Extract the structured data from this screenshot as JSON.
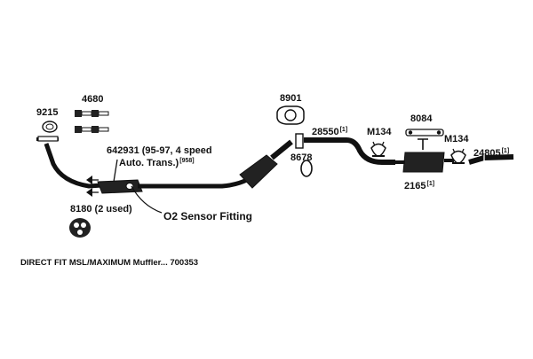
{
  "labels": {
    "p9215": "9215",
    "p4680": "4680",
    "p642931_line1": "642931 (95-97, 4 speed",
    "p642931_line2": "Auto. Trans.)",
    "p642931_ref": "[958]",
    "p8180": "8180 (2 used)",
    "o2_sensor": "O2 Sensor Fitting",
    "p8901": "8901",
    "p28550": "28550",
    "p28550_ref": "[1]",
    "p8678": "8678",
    "m134_left": "M134",
    "p8084": "8084",
    "m134_right": "M134",
    "p24805": "24805",
    "p24805_ref": "[1]",
    "p2165": "2165",
    "p2165_ref": "[1]"
  },
  "footer": {
    "text": "DIRECT FIT MSL/MAXIMUM Muffler... 700353"
  },
  "colors": {
    "part": "#111111",
    "background": "#ffffff"
  }
}
